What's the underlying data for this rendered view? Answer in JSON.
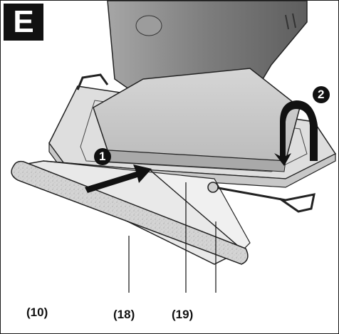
{
  "figure": {
    "badge": "E",
    "steps": [
      {
        "number": "1"
      },
      {
        "number": "2"
      }
    ],
    "labels": [
      {
        "text": "(10)"
      },
      {
        "text": "(18)"
      },
      {
        "text": "(19)"
      }
    ],
    "colors": {
      "ink": "#111111",
      "paper_gray": "#e6e6e6",
      "tool_dark": "#8c8c8c",
      "tool_mid": "#bdbdbd",
      "tool_light": "#e2e2e2",
      "sandpaper": "#d0d0d0"
    }
  }
}
